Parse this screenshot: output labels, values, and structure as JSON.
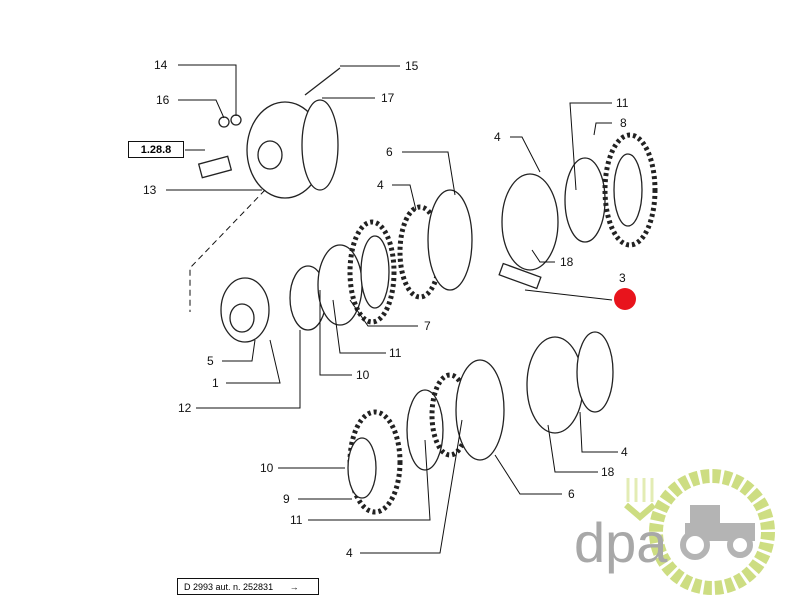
{
  "diagram": {
    "callouts": [
      "14",
      "16",
      "13",
      "15",
      "17",
      "6",
      "4",
      "4",
      "11",
      "8",
      "18",
      "3",
      "7",
      "11",
      "10",
      "5",
      "1",
      "12",
      "10",
      "9",
      "11",
      "4",
      "6",
      "18",
      "4"
    ],
    "reference_box": "1.28.8",
    "drawing_code": "D 2993 aut. n. 252831",
    "arrow": "→"
  },
  "marker": {
    "color": "#e8141c"
  },
  "logo": {
    "text": "dpa",
    "accent": "#c5d86d",
    "grey": "#a8a8a8"
  }
}
